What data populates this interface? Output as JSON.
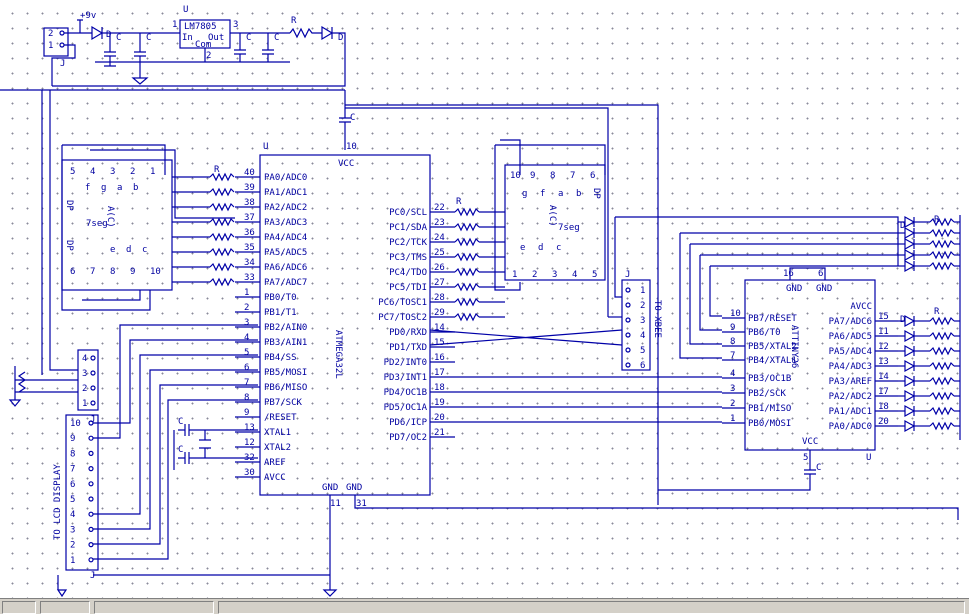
{
  "power": {
    "supply_label": "+9v",
    "reg_name": "LM7805",
    "reg_in": "In",
    "reg_out": "Out",
    "reg_com": "Com",
    "reg_pins": [
      "1",
      "2",
      "3"
    ],
    "ref_u": "U",
    "ref_j": "J",
    "ref_r": "R",
    "ref_c": "C",
    "jack_pins": [
      "1",
      "2"
    ]
  },
  "mega": {
    "name": "ATMEGA32L",
    "ref": "U",
    "vcc": "VCC",
    "gnd": [
      "GND",
      "GND"
    ],
    "vcc_pin": "10",
    "gnd_pins": [
      "11",
      "31"
    ],
    "left_pins": [
      {
        "num": "40",
        "name": "PA0/ADC0"
      },
      {
        "num": "39",
        "name": "PA1/ADC1"
      },
      {
        "num": "38",
        "name": "PA2/ADC2"
      },
      {
        "num": "37",
        "name": "PA3/ADC3"
      },
      {
        "num": "36",
        "name": "PA4/ADC4"
      },
      {
        "num": "35",
        "name": "PA5/ADC5"
      },
      {
        "num": "34",
        "name": "PA6/ADC6"
      },
      {
        "num": "33",
        "name": "PA7/ADC7"
      },
      {
        "num": "1",
        "name": "PB0/T0"
      },
      {
        "num": "2",
        "name": "PB1/T1"
      },
      {
        "num": "3",
        "name": "PB2/AIN0"
      },
      {
        "num": "4",
        "name": "PB3/AIN1"
      },
      {
        "num": "5",
        "name": "PB4/SS"
      },
      {
        "num": "6",
        "name": "PB5/MOSI"
      },
      {
        "num": "7",
        "name": "PB6/MISO"
      },
      {
        "num": "8",
        "name": "PB7/SCK"
      },
      {
        "num": "9",
        "name": "/RESET"
      },
      {
        "num": "13",
        "name": "XTAL1"
      },
      {
        "num": "12",
        "name": "XTAL2"
      },
      {
        "num": "32",
        "name": "AREF"
      },
      {
        "num": "30",
        "name": "AVCC"
      }
    ],
    "right_pins": [
      {
        "num": "22",
        "name": "PC0/SCL"
      },
      {
        "num": "23",
        "name": "PC1/SDA"
      },
      {
        "num": "24",
        "name": "PC2/TCK"
      },
      {
        "num": "25",
        "name": "PC3/TMS"
      },
      {
        "num": "26",
        "name": "PC4/TDO"
      },
      {
        "num": "27",
        "name": "PC5/TDI"
      },
      {
        "num": "28",
        "name": "PC6/TOSC1"
      },
      {
        "num": "29",
        "name": "PC7/TOSC2"
      },
      {
        "num": "14",
        "name": "PD0/RXD"
      },
      {
        "num": "15",
        "name": "PD1/TXD"
      },
      {
        "num": "16",
        "name": "PD2/INT0"
      },
      {
        "num": "17",
        "name": "PD3/INT1"
      },
      {
        "num": "18",
        "name": "PD4/OC1B"
      },
      {
        "num": "19",
        "name": "PD5/OC1A"
      },
      {
        "num": "20",
        "name": "PD6/ICP"
      },
      {
        "num": "21",
        "name": "PD7/OC2"
      }
    ]
  },
  "tiny": {
    "name": "ATTINY26",
    "ref": "U",
    "gnd": [
      "GND",
      "GND"
    ],
    "gnd_pins": [
      "16",
      "6"
    ],
    "vcc": "VCC",
    "vcc_pin": "5",
    "left_pins": [
      {
        "num": "10",
        "name": "PB7/RESET"
      },
      {
        "num": "9",
        "name": "PB6/T0"
      },
      {
        "num": "8",
        "name": "PB5/XTAL2"
      },
      {
        "num": "7",
        "name": "PB4/XTAL1"
      },
      {
        "num": "4",
        "name": "PB3/OC1B"
      },
      {
        "num": "3",
        "name": "PB2/SCK"
      },
      {
        "num": "2",
        "name": "PB1/MISO"
      },
      {
        "num": "1",
        "name": "PB0/MOSI"
      }
    ],
    "right_pins": [
      {
        "num": "",
        "name": "AVCC"
      },
      {
        "num": "15",
        "name": "PA7/ADC6"
      },
      {
        "num": "11",
        "name": "PA6/ADC5"
      },
      {
        "num": "12",
        "name": "PA5/ADC4"
      },
      {
        "num": "13",
        "name": "PA4/ADC3"
      },
      {
        "num": "14",
        "name": "PA3/AREF"
      },
      {
        "num": "17",
        "name": "PA2/ADC2"
      },
      {
        "num": "18",
        "name": "PA1/ADC1"
      },
      {
        "num": "20",
        "name": "PA0/ADC0"
      }
    ]
  },
  "seg_left": {
    "label": "7seg",
    "type": "A(C)",
    "dp": "DP",
    "dp2": "DP",
    "top_pins": [
      "5",
      "4",
      "3",
      "2",
      "1"
    ],
    "bottom_pins": [
      "6",
      "7",
      "8",
      "9",
      "10"
    ],
    "segs_top": [
      "f",
      "g",
      "a",
      "b"
    ],
    "segs_bot": [
      "e",
      "d",
      "c"
    ]
  },
  "seg_right": {
    "label": "7seg",
    "type": "A(C)",
    "dp": "DP",
    "top_pins": [
      "10",
      "9",
      "8",
      "7",
      "6"
    ],
    "bottom_pins": [
      "1",
      "2",
      "3",
      "4",
      "5"
    ],
    "segs_top": [
      "g",
      "f",
      "a",
      "b"
    ],
    "segs_bot": [
      "e",
      "d",
      "c"
    ]
  },
  "xbee": {
    "label": "TO XBEE",
    "ref": "J",
    "pins": [
      "1",
      "2",
      "3",
      "4",
      "5",
      "6"
    ]
  },
  "lcd": {
    "label": "TO LCD DISPLAY",
    "ref": "J",
    "pins": [
      "10",
      "9",
      "8",
      "7",
      "6",
      "5",
      "4",
      "3",
      "2",
      "1"
    ]
  },
  "pot_conn": {
    "ref": "J",
    "pins": [
      "4",
      "3",
      "2",
      "1"
    ]
  },
  "passives": {
    "r": "R",
    "c": "C",
    "d": "D"
  },
  "status_cells": [
    "",
    "",
    "",
    ""
  ]
}
